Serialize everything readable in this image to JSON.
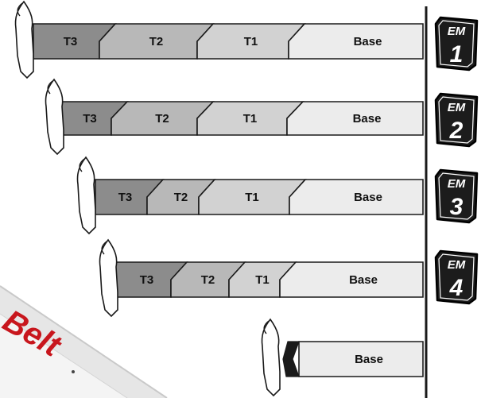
{
  "rows": [
    {
      "segments": [
        "T3",
        "T2",
        "T1",
        "Base"
      ],
      "badge": {
        "prefix": "EM",
        "number": "1"
      }
    },
    {
      "segments": [
        "T3",
        "T2",
        "T1",
        "Base"
      ],
      "badge": {
        "prefix": "EM",
        "number": "2"
      }
    },
    {
      "segments": [
        "T3",
        "T2",
        "T1",
        "Base"
      ],
      "badge": {
        "prefix": "EM",
        "number": "3"
      }
    },
    {
      "segments": [
        "T3",
        "T2",
        "T1",
        "Base"
      ],
      "badge": {
        "prefix": "EM",
        "number": "4"
      }
    },
    {
      "segments": [
        "Base"
      ],
      "badge": null
    }
  ],
  "logo_fragment": "Belt",
  "colors": {
    "t3": "#8c8c8c",
    "t2": "#b8b8b8",
    "t1": "#d2d2d2",
    "base": "#ececec",
    "stroke": "#1a1a1a",
    "badge_fill": "#1c1c1c",
    "logo_red": "#c8161d"
  }
}
